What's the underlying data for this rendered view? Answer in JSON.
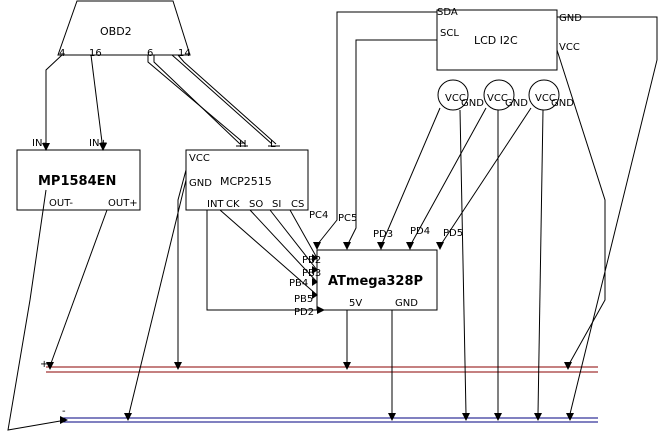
{
  "obd2": {
    "title": "OBD2",
    "pins": [
      "4",
      "16",
      "6",
      "14"
    ]
  },
  "mp1584": {
    "title": "MP1584EN",
    "in_minus": "IN-",
    "in_plus": "IN+",
    "out_minus": "OUT-",
    "out_plus": "OUT+"
  },
  "mcp2515": {
    "title": "MCP2515",
    "vcc": "VCC",
    "gnd": "GND",
    "h": "H",
    "l": "L",
    "pins": [
      "INT",
      "CK",
      "SO",
      "SI",
      "CS"
    ]
  },
  "lcd": {
    "title": "LCD I2C",
    "sda": "SDA",
    "scl": "SCL",
    "gnd": "GND",
    "vcc": "VCC"
  },
  "atmega": {
    "title": "ATmega328P",
    "top_pins": [
      "PC4",
      "PC5",
      "PD3",
      "PD4",
      "PD5"
    ],
    "left_pins": [
      "PB2",
      "PB3",
      "PB4",
      "PB5",
      "PD2"
    ],
    "v5": "5V",
    "gnd": "GND"
  },
  "buttons": [
    {
      "vcc": "VCC",
      "gnd": "GND"
    },
    {
      "vcc": "VCC",
      "gnd": "GND"
    },
    {
      "vcc": "VCC",
      "gnd": "GND"
    }
  ],
  "rails": {
    "plus": "+",
    "minus": "-"
  },
  "colors": {
    "plus_rail": "#8b0000",
    "minus_rail": "#000080"
  }
}
